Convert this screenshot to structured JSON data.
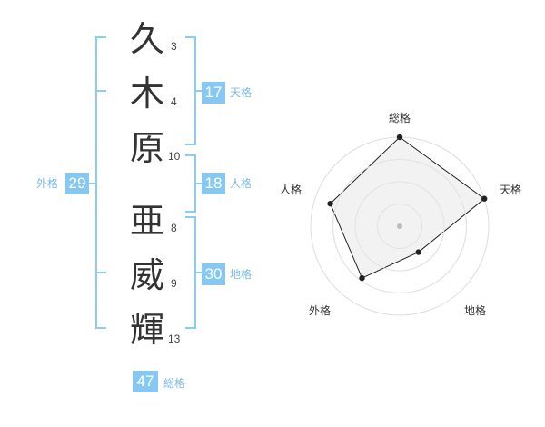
{
  "characters": [
    {
      "char": "久",
      "strokes": "3"
    },
    {
      "char": "木",
      "strokes": "4"
    },
    {
      "char": "原",
      "strokes": "10"
    },
    {
      "char": "亜",
      "strokes": "8"
    },
    {
      "char": "威",
      "strokes": "9"
    },
    {
      "char": "輝",
      "strokes": "13"
    }
  ],
  "kakusu": {
    "tenkaku": {
      "value": "17",
      "label": "天格"
    },
    "jinkaku": {
      "value": "18",
      "label": "人格"
    },
    "chikaku": {
      "value": "30",
      "label": "地格"
    },
    "gaikaku": {
      "value": "29",
      "label": "外格"
    },
    "soukaku": {
      "value": "47",
      "label": "総格"
    }
  },
  "radar": {
    "axes": [
      "総格",
      "天格",
      "地格",
      "外格",
      "人格"
    ],
    "levels": 4,
    "values": [
      1.0,
      1.0,
      0.36,
      0.72,
      0.82
    ],
    "colors": {
      "fill": "#f0f0f0",
      "stroke": "#222222",
      "ring": "#dddddd",
      "center": "#bbbbbb"
    }
  }
}
